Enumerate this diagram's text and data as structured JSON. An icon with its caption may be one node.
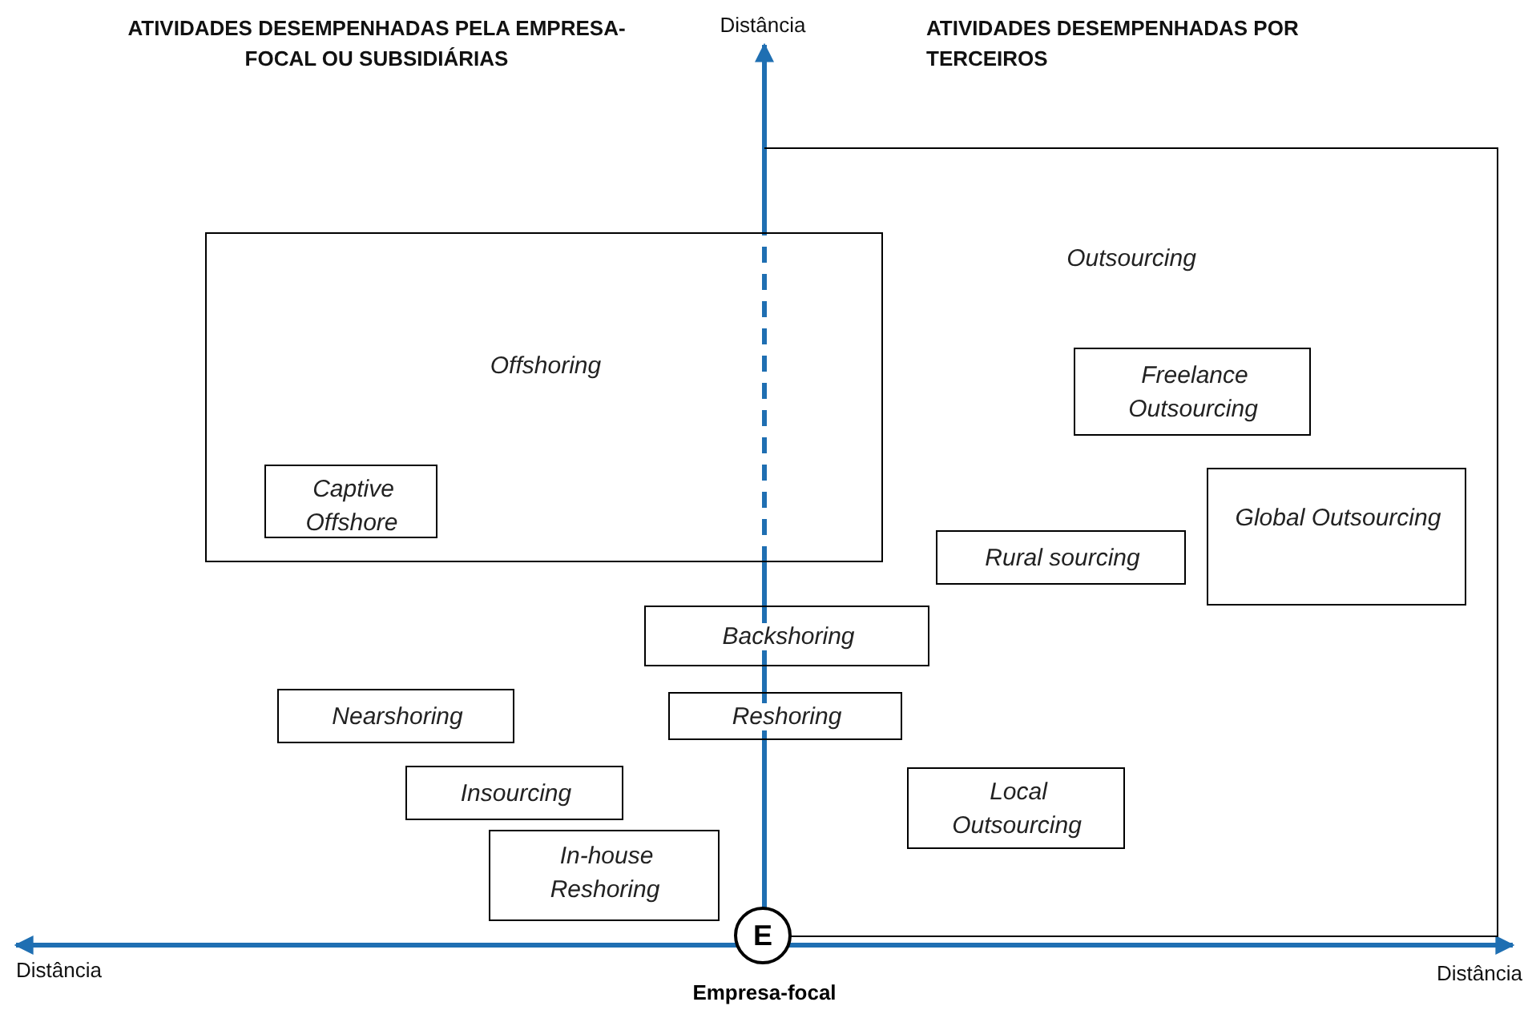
{
  "diagram": {
    "nodes": [
      {
        "text": [
          "Outsourcing"
        ]
      },
      {
        "text": [
          "Offshoring"
        ]
      },
      {
        "text": [
          "Captive Offshore"
        ],
        "in": 1
      },
      {
        "text": [
          "Freelance Outsourcing"
        ],
        "in": 0
      },
      {
        "text": [
          "Global Outsourcing"
        ],
        "in": 0
      },
      {
        "text": [
          "Rural sourcing"
        ],
        "in": 0
      },
      {
        "text": [
          "Backshoring"
        ]
      },
      {
        "text": [
          "Nearshoring"
        ]
      },
      {
        "text": [
          "Reshoring"
        ]
      },
      {
        "text": [
          "Insourcing"
        ]
      },
      {
        "text": [
          "Local Outsourcing"
        ],
        "in": 0
      },
      {
        "text": [
          "In-house Reshoring"
        ]
      },
      {
        "text": [
          "E"
        ],
        "beside": [
          "Empresa-focal"
        ]
      }
    ],
    "edges": [],
    "labels": [
      "ATIVIDADES DESEMPENHADAS PELA EMPRESA-FOCAL OU SUBSIDIÁRIAS",
      "Distância",
      "ATIVIDADES DESEMPENHADAS POR TERCEIROS",
      "Distância",
      "Distância"
    ]
  }
}
